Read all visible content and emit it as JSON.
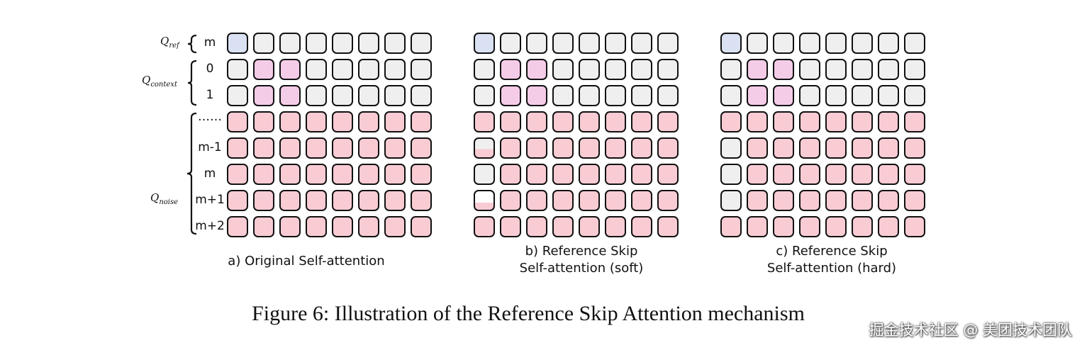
{
  "colors": {
    "ref": "#d9e1f2",
    "context_attend": "#f5cce8",
    "noise_attend": "#f9ccd4",
    "masked": "#efefef",
    "border": "#111111"
  },
  "q_labels": {
    "ref": {
      "main": "Q",
      "sub": "ref"
    },
    "context": {
      "main": "Q",
      "sub": "context"
    },
    "noise": {
      "main": "Q",
      "sub": "noise"
    }
  },
  "row_labels": [
    "m",
    "0",
    "1",
    "……",
    "m-1",
    "m",
    "m+1",
    "m+2"
  ],
  "panels": [
    {
      "caption_line1": "a) Original Self-attention",
      "caption_line2": "",
      "rows": [
        [
          "R",
          "G",
          "G",
          "G",
          "G",
          "G",
          "G",
          "G"
        ],
        [
          "G",
          "C",
          "C",
          "G",
          "G",
          "G",
          "G",
          "G"
        ],
        [
          "G",
          "C",
          "C",
          "G",
          "G",
          "G",
          "G",
          "G"
        ],
        [
          "P",
          "P",
          "P",
          "P",
          "P",
          "P",
          "P",
          "P"
        ],
        [
          "P",
          "P",
          "P",
          "P",
          "P",
          "P",
          "P",
          "P"
        ],
        [
          "P",
          "P",
          "P",
          "P",
          "P",
          "P",
          "P",
          "P"
        ],
        [
          "P",
          "P",
          "P",
          "P",
          "P",
          "P",
          "P",
          "P"
        ],
        [
          "P",
          "P",
          "P",
          "P",
          "P",
          "P",
          "P",
          "P"
        ]
      ]
    },
    {
      "caption_line1": "b) Reference Skip",
      "caption_line2": "Self-attention (soft)",
      "rows": [
        [
          "R",
          "G",
          "G",
          "G",
          "G",
          "G",
          "G",
          "G"
        ],
        [
          "G",
          "C",
          "C",
          "G",
          "G",
          "G",
          "G",
          "G"
        ],
        [
          "G",
          "C",
          "C",
          "G",
          "G",
          "G",
          "G",
          "G"
        ],
        [
          "P",
          "P",
          "P",
          "P",
          "P",
          "P",
          "P",
          "P"
        ],
        [
          "S1",
          "P",
          "P",
          "P",
          "P",
          "P",
          "P",
          "P"
        ],
        [
          "G",
          "P",
          "P",
          "P",
          "P",
          "P",
          "P",
          "P"
        ],
        [
          "S2",
          "P",
          "P",
          "P",
          "P",
          "P",
          "P",
          "P"
        ],
        [
          "P",
          "P",
          "P",
          "P",
          "P",
          "P",
          "P",
          "P"
        ]
      ]
    },
    {
      "caption_line1": "c) Reference Skip",
      "caption_line2": "Self-attention (hard)",
      "rows": [
        [
          "R",
          "G",
          "G",
          "G",
          "G",
          "G",
          "G",
          "G"
        ],
        [
          "G",
          "C",
          "C",
          "G",
          "G",
          "G",
          "G",
          "G"
        ],
        [
          "G",
          "C",
          "C",
          "G",
          "G",
          "G",
          "G",
          "G"
        ],
        [
          "P",
          "P",
          "P",
          "P",
          "P",
          "P",
          "P",
          "P"
        ],
        [
          "G",
          "P",
          "P",
          "P",
          "P",
          "P",
          "P",
          "P"
        ],
        [
          "G",
          "P",
          "P",
          "P",
          "P",
          "P",
          "P",
          "P"
        ],
        [
          "G",
          "P",
          "P",
          "P",
          "P",
          "P",
          "P",
          "P"
        ],
        [
          "P",
          "P",
          "P",
          "P",
          "P",
          "P",
          "P",
          "P"
        ]
      ]
    }
  ],
  "figure_caption": "Figure 6: Illustration of the Reference Skip Attention mechanism",
  "watermark": "掘金技术社区 @ 美团技术团队"
}
